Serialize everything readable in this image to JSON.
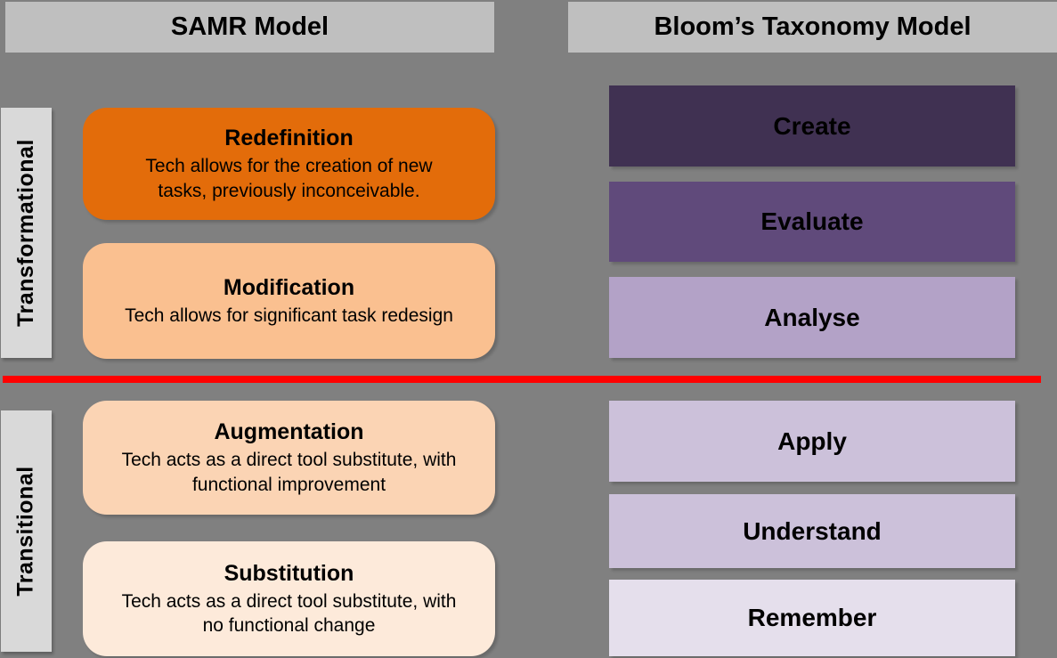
{
  "page": {
    "background": "#808080",
    "divider_color": "#FF0000",
    "header_bar_color": "#BFBFBF",
    "side_bar_color": "#D9D9D9"
  },
  "headers": {
    "samr": "SAMR Model",
    "bloom": "Bloom’s Taxonomy Model"
  },
  "samr": {
    "side_labels": {
      "top": "Transformational",
      "bottom": "Transitional"
    },
    "boxes": [
      {
        "title": "Redefinition",
        "desc": "Tech allows for the creation of new\ntasks, previously inconceivable.",
        "color": "#E36C0A"
      },
      {
        "title": "Modification",
        "desc": "Tech allows for significant task redesign",
        "color": "#FAC090"
      },
      {
        "title": "Augmentation",
        "desc": "Tech acts as a direct tool substitute, with\nfunctional improvement",
        "color": "#FBD4B4"
      },
      {
        "title": "Substitution",
        "desc": "Tech acts as a direct tool substitute, with\nno functional change",
        "color": "#FDEADA"
      }
    ]
  },
  "bloom": {
    "boxes": [
      {
        "label": "Create",
        "color": "#403152"
      },
      {
        "label": "Evaluate",
        "color": "#604A7B"
      },
      {
        "label": "Analyse",
        "color": "#B3A2C7"
      },
      {
        "label": "Apply",
        "color": "#CCC1DA"
      },
      {
        "label": "Understand",
        "color": "#CCC1DA"
      },
      {
        "label": "Remember",
        "color": "#E5DFEC"
      }
    ]
  }
}
